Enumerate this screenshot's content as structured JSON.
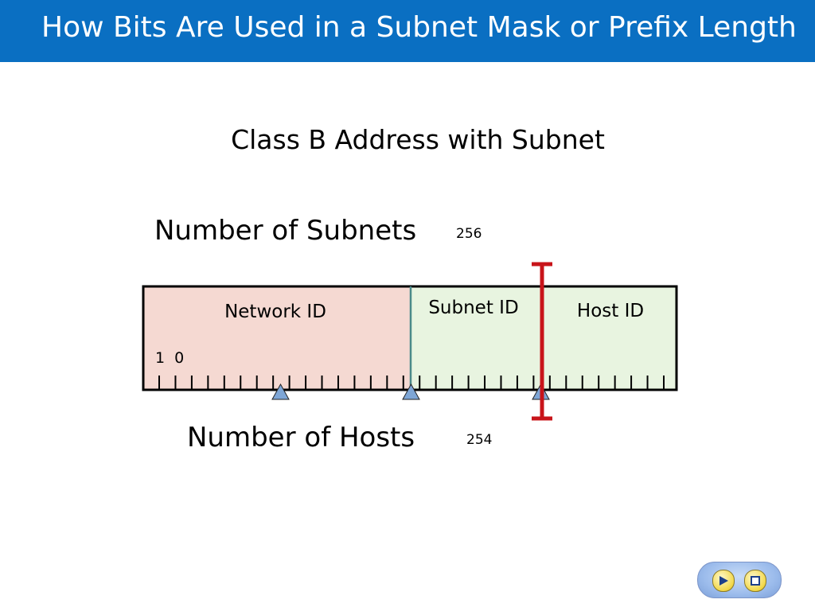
{
  "slide": {
    "title": "How Bits Are Used in a Subnet Mask or Prefix Length",
    "subtitle": "Class B Address with Subnet"
  },
  "diagram": {
    "subnets_label": "Number of Subnets",
    "subnets_value": "256",
    "hosts_label": "Number of Hosts",
    "hosts_value": "254",
    "network_id_label": "Network ID",
    "subnet_id_label": "Subnet ID",
    "host_id_label": "Host ID",
    "leading_bits": "1 0",
    "colors": {
      "title_bar": "#0a6fc2",
      "network_fill": "#f5d9d2",
      "subnet_host_fill": "#e8f4e0",
      "marker_red": "#c8141a",
      "triangle_fill": "#7ea6d6"
    }
  },
  "navigation": {
    "play_icon": "play-icon",
    "stop_icon": "stop-icon"
  }
}
